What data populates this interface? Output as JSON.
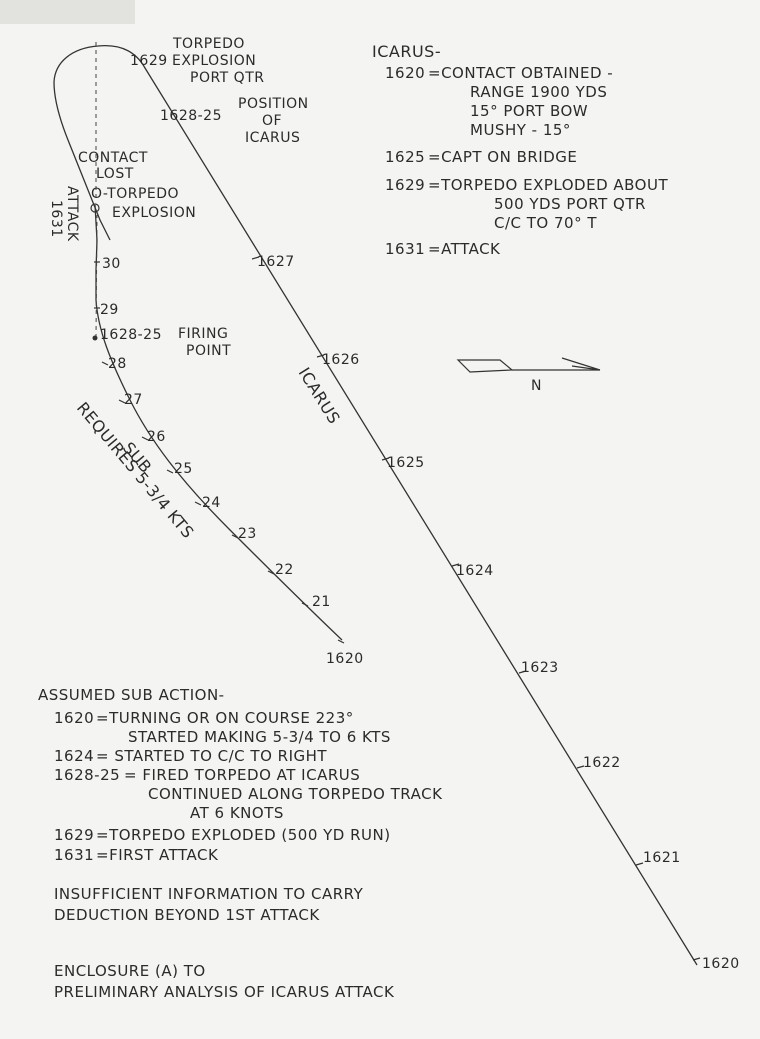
{
  "icarus_track": {
    "name": "ICARUS",
    "labels": [
      "1620",
      "1621",
      "1622",
      "1623",
      "1624",
      "1625",
      "1626",
      "1627",
      "1628-25"
    ],
    "position_caption": [
      "POSITION",
      "OF",
      "ICARUS"
    ]
  },
  "sub_track": {
    "labels": [
      "1620",
      "21",
      "22",
      "23",
      "24",
      "25",
      "26",
      "27",
      "28",
      "29",
      "30",
      "1628-25"
    ],
    "caption": [
      "SUB",
      "REQUIRES 5-3/4 KTS"
    ],
    "firing_point": [
      "FIRING",
      "POINT"
    ],
    "attack": [
      "ATTACK",
      "1631"
    ],
    "contact_lost": [
      "CONTACT",
      "LOST"
    ],
    "torpedo_explosion_sub": [
      "O-TORPEDO",
      "EXPLOSION"
    ]
  },
  "torpedo_explosion_top": {
    "time": "1629",
    "lines": [
      "TORPEDO",
      "EXPLOSION",
      "PORT QTR"
    ]
  },
  "north_arrow": {
    "label": "N"
  },
  "icarus_log": {
    "heading": "ICARUS-",
    "entries": [
      {
        "time": "1620",
        "lines": [
          "CONTACT OBTAINED -",
          "RANGE 1900 YDS",
          "15° PORT BOW",
          "MUSHY - 15°"
        ]
      },
      {
        "time": "1625",
        "lines": [
          "CAPT ON BRIDGE"
        ]
      },
      {
        "time": "1629",
        "lines": [
          "TORPEDO EXPLODED ABOUT",
          "500 YDS PORT QTR",
          "C/C TO 70° T"
        ]
      },
      {
        "time": "1631",
        "lines": [
          "ATTACK"
        ]
      }
    ]
  },
  "sub_action": {
    "heading": "ASSUMED SUB ACTION-",
    "entries": [
      {
        "time": "1620",
        "lines": [
          "TURNING OR ON COURSE 223°",
          "STARTED MAKING 5-3/4 TO 6 KTS"
        ]
      },
      {
        "time": "1624",
        "lines": [
          "STARTED TO C/C TO RIGHT"
        ]
      },
      {
        "time": "1628-25",
        "lines": [
          "FIRED TORPEDO AT ICARUS",
          "CONTINUED ALONG TORPEDO TRACK",
          "AT 6 KNOTS"
        ]
      },
      {
        "time": "1629",
        "lines": [
          "TORPEDO EXPLODED (500 YD RUN)"
        ]
      },
      {
        "time": "1631",
        "lines": [
          "FIRST ATTACK"
        ]
      }
    ]
  },
  "conclusion": [
    "INSUFFICIENT INFORMATION TO CARRY",
    "DEDUCTION BEYOND 1ST ATTACK"
  ],
  "caption": [
    "ENCLOSURE (A) TO",
    "PRELIMINARY ANALYSIS OF ICARUS ATTACK"
  ]
}
